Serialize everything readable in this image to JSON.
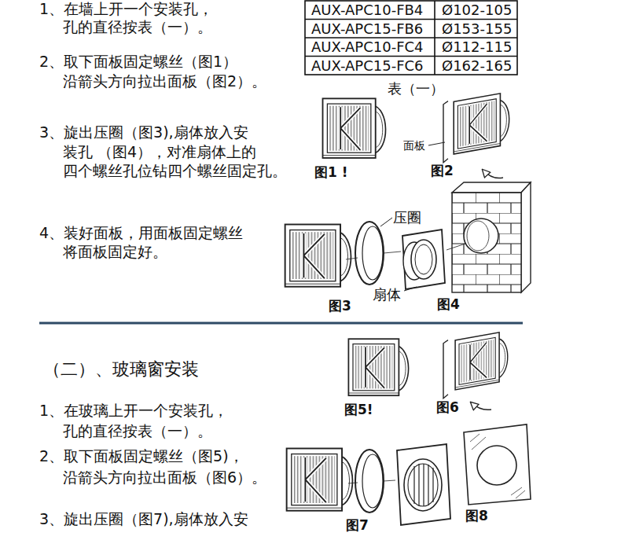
{
  "diagram": {
    "title": "（二）、玻璃窗安装",
    "labels": [
      "1、在墙上开一个安装孔， 孔的直径按表（一）。",
      "AUX-APC10-FB4",
      "Ø102-105",
      "AUX-APC15-FB6",
      "Ø153-155",
      "AUX-APC10-FC4",
      "Ø112-115",
      "AUX-APC15-FC6",
      "Ø162-165",
      "表（一）",
      "2、取下面板固定螺丝（图1） 沿箭头方向拉出面板（图2）。",
      "图1 !",
      "面板",
      "图2",
      "3、旋出压圈（图3),扇体放入安 装孔 （图4），对准扇体上的 四个螺丝孔位钻四个螺丝固定孔。",
      "压圈",
      "4、装好面板，用面板固定螺丝 将面板固定好。",
      "扇体",
      "图3",
      "图4",
      "1、在玻璃上开一个安装孔， 孔的直径按表（一）。",
      "图5!",
      "图6",
      "2、取下面板固定螺丝（图5)， 沿箭头方向拉出面板（图6）。",
      "图7",
      "图8",
      "3、旋出压圈（图7),扇体放入安"
    ]
  }
}
